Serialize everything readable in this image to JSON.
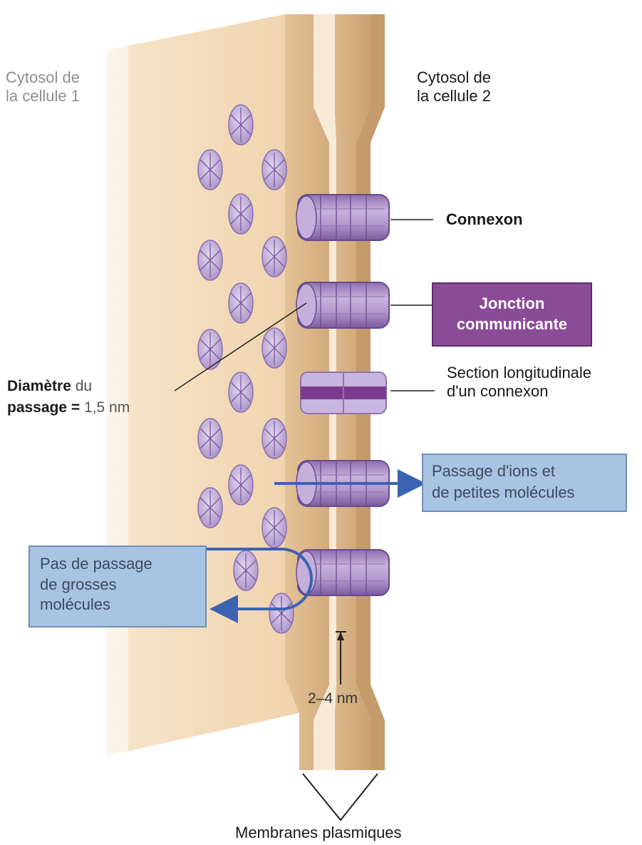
{
  "labels": {
    "cytosol_cell1": [
      "Cytosol de",
      "la cellule 1"
    ],
    "cytosol_cell2": [
      "Cytosol de",
      "la cellule 2"
    ],
    "connexon": "Connexon",
    "gap_junction": [
      "Jonction",
      "communicante"
    ],
    "longitudinal_section": [
      "Section longitudinale",
      "d'un connexon"
    ],
    "pore_diameter": {
      "word1": "Diamètre",
      "word2": " du",
      "word3": "passage",
      "word4": " = ",
      "value": "1,5 nm"
    },
    "ions_passage": [
      "Passage d'ions et",
      "de petites molécules"
    ],
    "no_large_passage": [
      "Pas de passage",
      "de grosses",
      "molécules"
    ],
    "gap_width": "2–4 nm",
    "plasma_membranes": "Membranes plasmiques"
  },
  "colors": {
    "membrane": "#f2d9b5",
    "membrane_shadow": "#d9b68a",
    "connexon": "#a58ac0",
    "connexon_dark": "#6f4e92",
    "arrow_blue": "#3b63b0",
    "box_blue": "#a9c3e3",
    "box_purple": "#8a4b97"
  },
  "icons": {
    "connexon_top_view": "hexagonal-pore-icon",
    "arrow": "arrow-icon"
  }
}
